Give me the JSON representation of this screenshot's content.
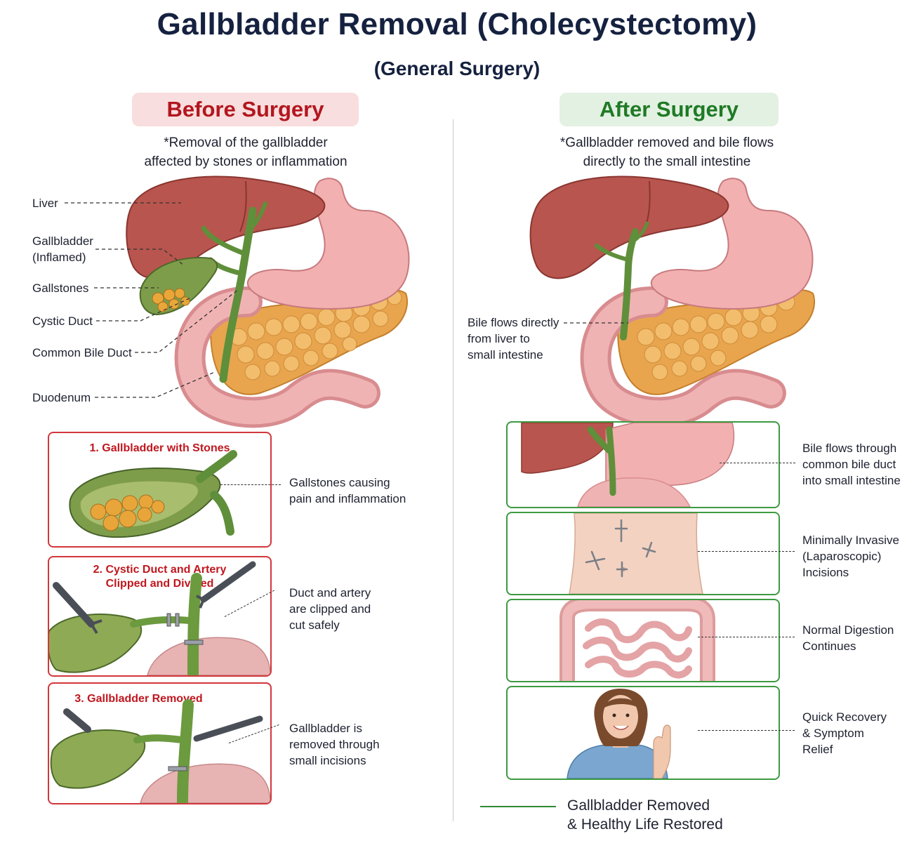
{
  "header": {
    "title": "Gallbladder Removal (Cholecystectomy)",
    "subtitle": "(General Surgery)"
  },
  "before": {
    "heading": "Before Surgery",
    "note_line1": "*Removal of the gallbladder",
    "note_line2": "affected by stones or inflammation",
    "labels": {
      "liver": "Liver",
      "gallbladder_line1": "Gallbladder",
      "gallbladder_line2": "(Inflamed)",
      "gallstones": "Gallstones",
      "cystic_duct": "Cystic Duct",
      "common_bile_duct": "Common Bile Duct",
      "duodenum": "Duodenum"
    },
    "steps": [
      {
        "title": "1. Gallbladder with Stones",
        "title_line2": "",
        "caption_lines": [
          "Gallstones causing",
          "pain and inflammation"
        ]
      },
      {
        "title": "2. Cystic Duct and Artery",
        "title_line2": "Clipped and Divided",
        "caption_lines": [
          "Duct and artery",
          "are clipped and",
          "cut safely"
        ]
      },
      {
        "title": "3. Gallbladder Removed",
        "title_line2": "",
        "caption_lines": [
          "Gallbladder is",
          "removed through",
          "small incisions"
        ]
      }
    ]
  },
  "after": {
    "heading": "After Surgery",
    "note_line1": "*Gallbladder removed and bile flows",
    "note_line2": "directly to the small intestine",
    "bile_label_lines": [
      "Bile flows directly",
      "from liver to",
      "small intestine"
    ],
    "panels": [
      {
        "caption_lines": [
          "Bile flows through",
          "common bile duct",
          "into small intestine"
        ]
      },
      {
        "caption_lines": [
          "Minimally Invasive",
          "(Laparoscopic)",
          "Incisions"
        ]
      },
      {
        "caption_lines": [
          "Normal Digestion",
          "Continues"
        ]
      },
      {
        "caption_lines": [
          "Quick Recovery",
          "& Symptom",
          "Relief"
        ]
      }
    ]
  },
  "legend": {
    "line1": "Gallbladder Removed",
    "line2": "& Healthy Life Restored"
  },
  "colors": {
    "before_accent": "#b3161e",
    "after_accent": "#1f7a25",
    "title": "#15213f"
  }
}
